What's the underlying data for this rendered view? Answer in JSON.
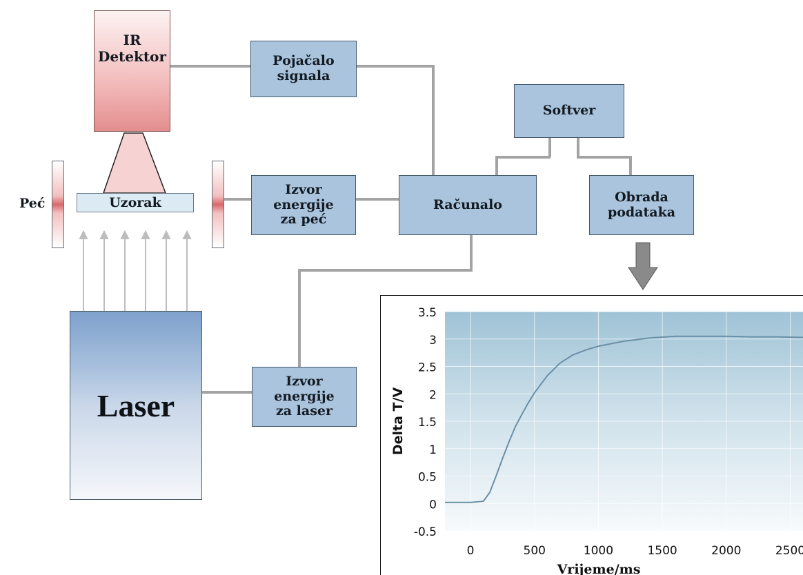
{
  "diagram": {
    "detector_label": "IR\nDetektor",
    "furnace_label": "Peć",
    "sample_label": "Uzorak",
    "laser_label": "Laser",
    "boxes": {
      "amplifier": "Pojačalo\nsignala",
      "furnace_power": "Izvor\nenergije\nza peć",
      "computer": "Računalo",
      "software": "Softver",
      "data_processing": "Obrada\npodataka",
      "laser_power": "Izvor\nenergije\nza laser"
    },
    "colors": {
      "box_fill": "#a9c4dc",
      "wire": "#a3a3a3",
      "detector": "#e48e8e",
      "laser": "#7ea1cd",
      "arrow": "#8a8a8a",
      "curve": "#6a8fa6"
    }
  },
  "chart_data": {
    "type": "line",
    "xlabel": "Vrijeme/ms",
    "ylabel": "Delta T/V",
    "xlim": [
      -200,
      2600
    ],
    "ylim": [
      -0.5,
      3.5
    ],
    "xticks": [
      "0",
      "500",
      "1000",
      "1500",
      "2000",
      "2500"
    ],
    "yticks": [
      "3.5",
      "3",
      "2.5",
      "2",
      "1.5",
      "1",
      "0.5",
      "0",
      "-0.5"
    ],
    "grid": true,
    "series": [
      {
        "x": [
          -200,
          -100,
          0,
          100,
          150,
          200,
          250,
          300,
          350,
          400,
          450,
          500,
          600,
          700,
          800,
          900,
          1000,
          1200,
          1400,
          1600,
          1800,
          2000,
          2200,
          2400,
          2600
        ],
        "values": [
          0.02,
          0.02,
          0.02,
          0.04,
          0.2,
          0.5,
          0.82,
          1.12,
          1.4,
          1.62,
          1.83,
          2.02,
          2.33,
          2.56,
          2.71,
          2.8,
          2.87,
          2.96,
          3.02,
          3.05,
          3.05,
          3.05,
          3.04,
          3.04,
          3.03
        ]
      }
    ]
  }
}
